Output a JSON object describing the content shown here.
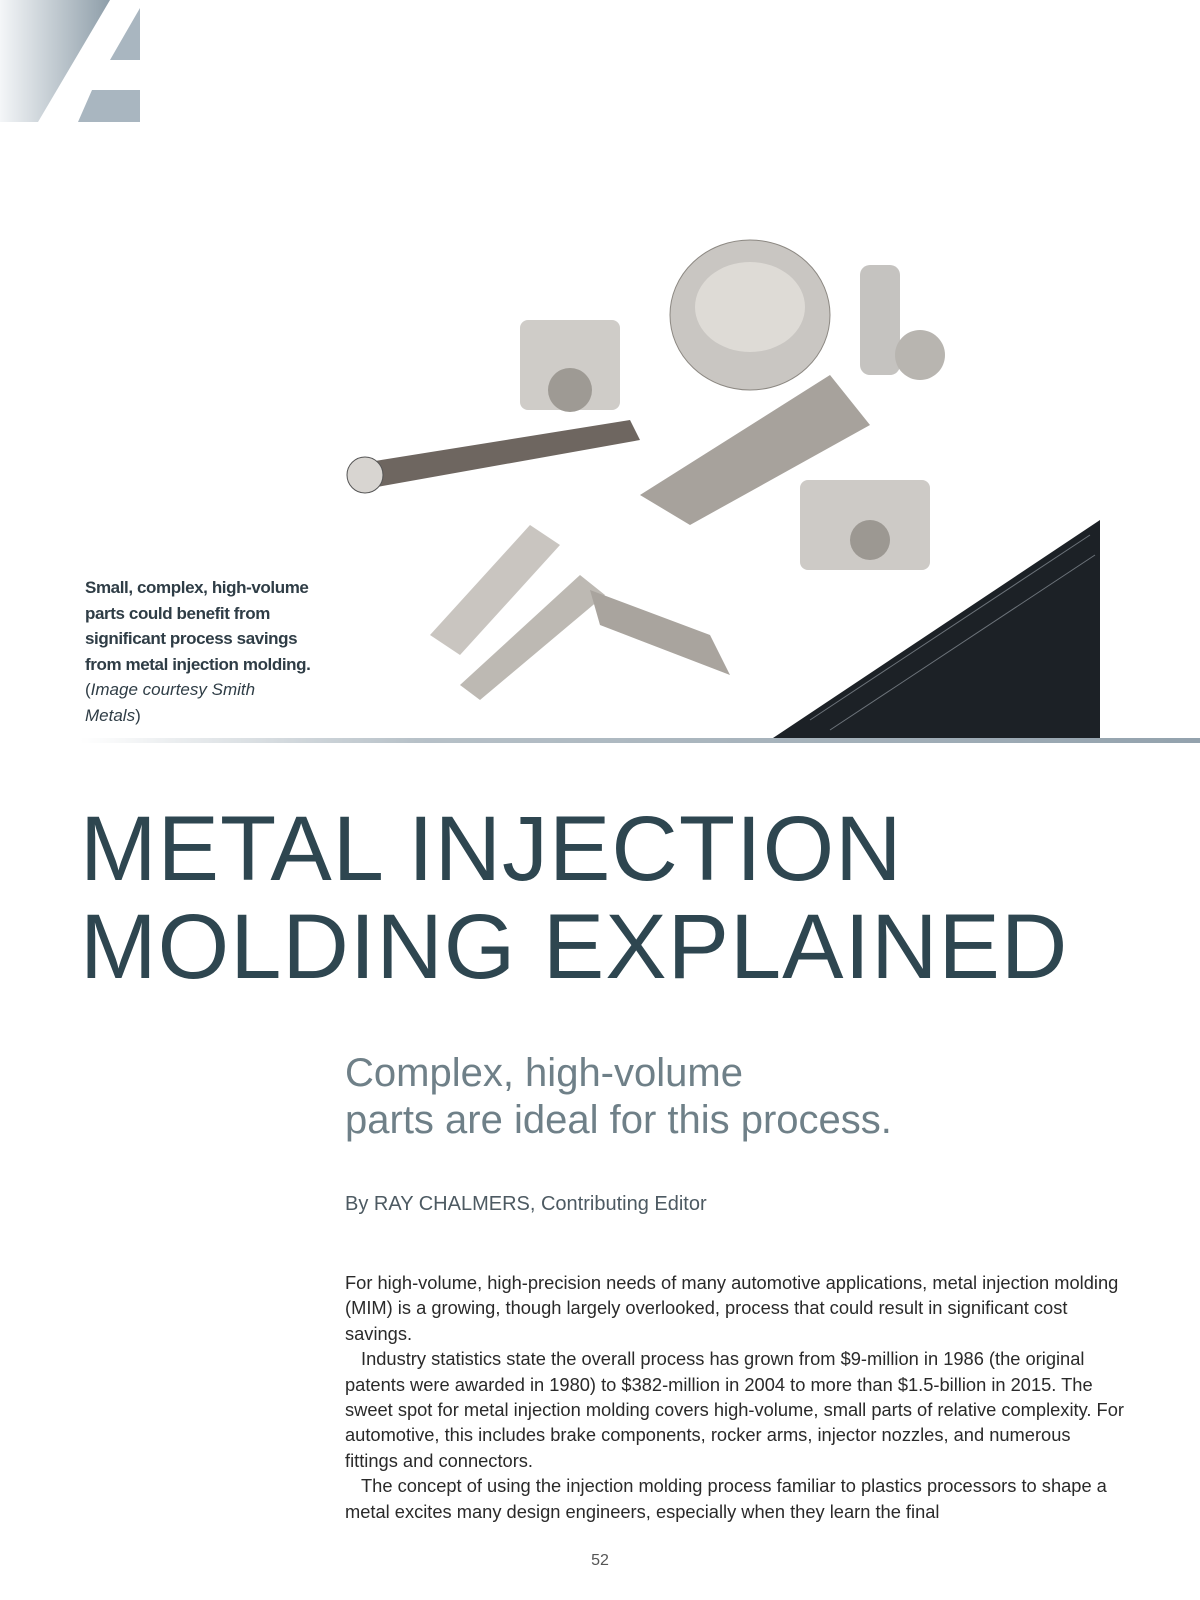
{
  "caption": {
    "bold": "Small, complex, high-volume parts could benefit from significant process savings from metal injection molding.",
    "open": "(",
    "credit": "Image courtesy Smith Metals",
    "close": ")"
  },
  "article": {
    "title_line1": "METAL INJECTION",
    "title_line2": "MOLDING EXPLAINED",
    "deck_line1": "Complex, high-volume",
    "deck_line2": "parts are ideal for this process.",
    "byline": "By RAY CHALMERS, Contributing Editor",
    "paragraphs": [
      "For high-volume, high-precision needs of many automotive applications, metal injection molding (MIM) is a growing, though largely overlooked, process that could result in significant cost savings.",
      "Industry statistics state the overall process has grown from $9-million in 1986 (the original patents were awarded in 1980) to $382-million in 2004 to more than $1.5-billion in 2015. The sweet spot for metal injection molding covers high-volume, small parts of relative complexity. For automotive, this includes brake components, rocker arms, injector nozzles, and numerous fittings and connectors.",
      "The concept of using the injection molding process familiar to plastics processors to shape a metal excites many design engineers, especially when they learn the final"
    ]
  },
  "page_number": "52",
  "colors": {
    "title": "#2e4650",
    "deck": "#6f8088",
    "logo": "#a7b4bf"
  }
}
